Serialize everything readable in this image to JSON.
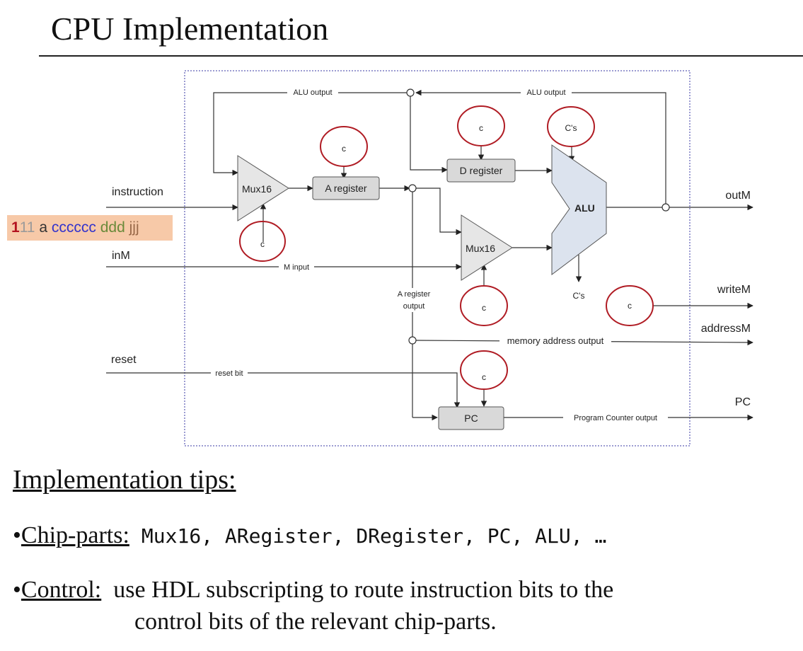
{
  "title": "CPU Implementation",
  "diagram": {
    "inputs": {
      "instruction": "instruction",
      "inM": "inM",
      "reset": "reset"
    },
    "outputs": {
      "outM": "outM",
      "writeM": "writeM",
      "addressM": "addressM",
      "pc": "PC"
    },
    "chips": {
      "mux1": "Mux16",
      "mux2": "Mux16",
      "a_register": "A register",
      "d_register": "D register",
      "alu": "ALU",
      "pc": "PC"
    },
    "wire_labels": {
      "alu_output_left": "ALU output",
      "alu_output_right": "ALU output",
      "m_input": "M input",
      "a_register_output_1": "A register",
      "a_register_output_2": "output",
      "memory_address_output": "memory address output",
      "reset_bit": "reset bit",
      "program_counter_output": "Program Counter output"
    },
    "control_labels": {
      "c": "c",
      "cs": "C's"
    },
    "instruction_bits": {
      "b1": "1",
      "b2": "11",
      "a": "a",
      "c": "cccccc",
      "d": "ddd",
      "j": "jjj"
    }
  },
  "tips": {
    "heading": "Implementation tips:",
    "chip_parts_label": "Chip-parts:",
    "chip_parts_list": "Mux16, ARegister, DRegister, PC, ALU, …",
    "control_label": "Control:",
    "control_text_1": "use HDL subscripting to route instruction bits to the",
    "control_text_2": "control bits of the relevant chip-parts."
  },
  "colors": {
    "control_circle": "#b01c24",
    "chip_fill": "#d9d9d9",
    "alu_fill": "#dce3ee",
    "mux_fill": "#e6e6e6",
    "frame_border": "#3a3aa6",
    "instruction_bg": "#f7c9a8"
  }
}
